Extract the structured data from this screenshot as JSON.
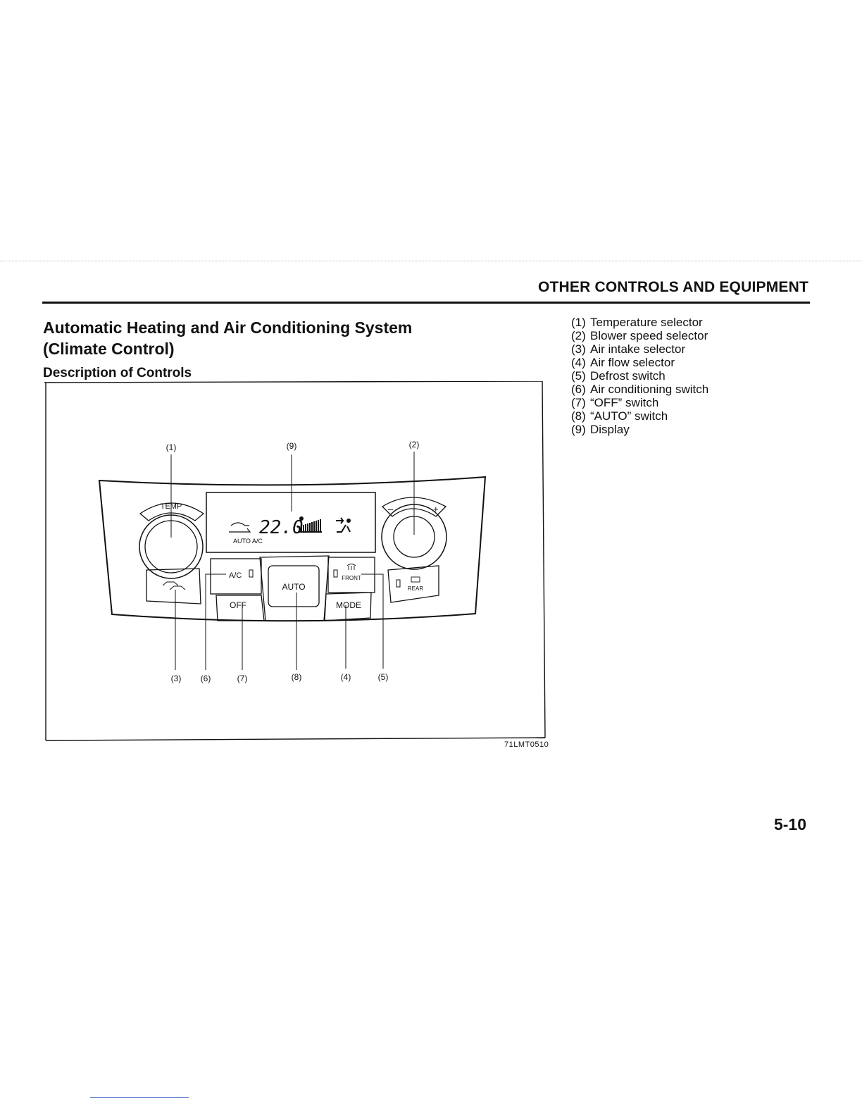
{
  "header": {
    "section_title": "OTHER CONTROLS AND EQUIPMENT"
  },
  "main": {
    "title_line1": "Automatic Heating and Air Conditioning System",
    "title_line2": "(Climate Control)",
    "subheading": "Description of Controls"
  },
  "figure": {
    "callouts": [
      "(1)",
      "(9)",
      "(2)",
      "(3)",
      "(6)",
      "(7)",
      "(8)",
      "(4)",
      "(5)"
    ],
    "panel": {
      "temp_label": "TEMP",
      "display_temp": "22.0",
      "display_sub": "AUTO A/C",
      "ac_label": "A/C",
      "off_label": "OFF",
      "auto_label": "AUTO",
      "mode_label": "MODE",
      "front_label": "FRONT",
      "rear_label": "REAR",
      "minus": "–",
      "plus": "+"
    },
    "code": "71LMT0510"
  },
  "legend": [
    {
      "num": "(1)",
      "text": "Temperature selector"
    },
    {
      "num": "(2)",
      "text": "Blower speed selector"
    },
    {
      "num": "(3)",
      "text": "Air intake selector"
    },
    {
      "num": "(4)",
      "text": "Air flow selector"
    },
    {
      "num": "(5)",
      "text": "Defrost switch"
    },
    {
      "num": "(6)",
      "text": "Air conditioning switch"
    },
    {
      "num": "(7)",
      "text": "“OFF” switch"
    },
    {
      "num": "(8)",
      "text": "“AUTO” switch"
    },
    {
      "num": "(9)",
      "text": "Display"
    }
  ],
  "page_number": "5-10"
}
